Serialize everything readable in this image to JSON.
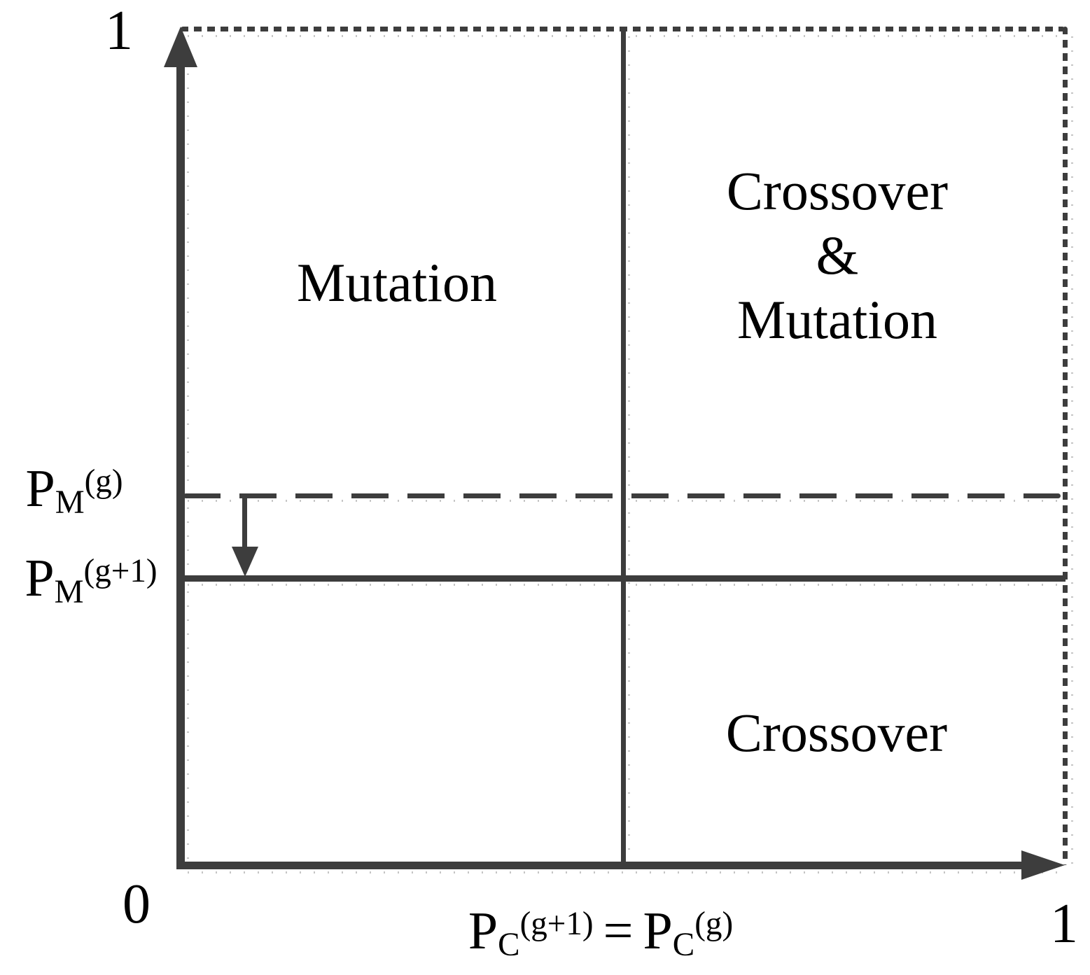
{
  "diagram": {
    "ticks": {
      "y_max": "1",
      "origin": "0",
      "x_max": "1"
    },
    "y_axis_labels": {
      "pm_g": {
        "base": "P",
        "sub": "M",
        "sup": "(g)"
      },
      "pm_g_plus_1": {
        "base": "P",
        "sub": "M",
        "sup": "(g+1)"
      }
    },
    "x_axis_label": {
      "lhs": {
        "base": "P",
        "sub": "C",
        "sup": "(g+1)"
      },
      "equals": "=",
      "rhs": {
        "base": "P",
        "sub": "C",
        "sup": "(g)"
      }
    },
    "regions": {
      "top_left": "Mutation",
      "top_right": [
        "Crossover",
        "&",
        "Mutation"
      ],
      "bottom_right": "Crossover"
    },
    "colors": {
      "line": "#3d3d3d",
      "text": "#000000",
      "shadow": "#c6c6c6",
      "background": "#ffffff"
    }
  }
}
